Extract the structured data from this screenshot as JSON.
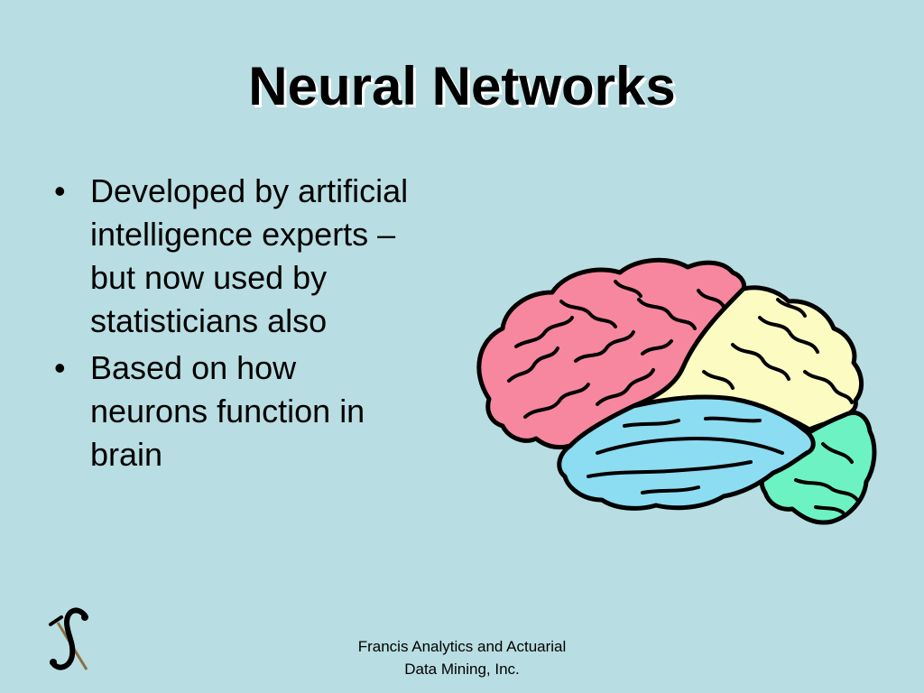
{
  "slide": {
    "title": "Neural Networks",
    "background_color": "#b8dde2",
    "bullets": [
      {
        "symbol": "•",
        "lines": [
          "Developed by artificial",
          "intelligence experts –",
          "but now used by",
          "statisticians also"
        ]
      },
      {
        "symbol": "•",
        "lines": [
          "Based on how",
          "neurons function in",
          "brain"
        ]
      }
    ],
    "image": {
      "icon": "brain-illustration",
      "lobe_colors": {
        "frontal": "#f7879e",
        "parietal": "#fbfbc2",
        "temporal": "#8cdcf2",
        "occipital": "#6df2c4"
      }
    },
    "logo": {
      "icon": "francis-logo-icon"
    },
    "footer": {
      "line1": "Francis Analytics and Actuarial",
      "line2": "Data Mining, Inc."
    }
  }
}
